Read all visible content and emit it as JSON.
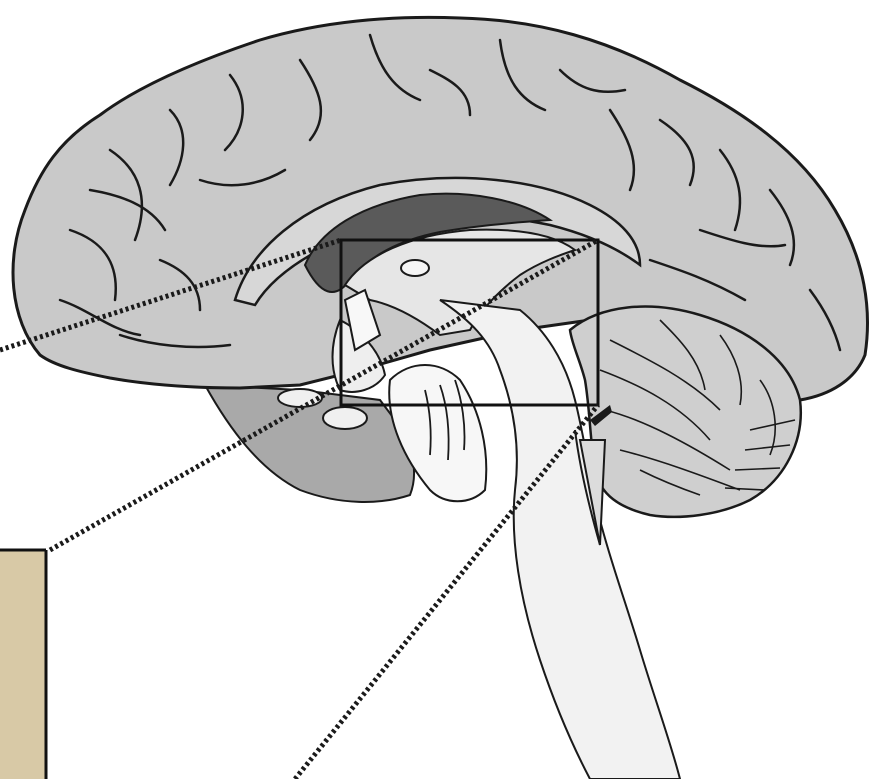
{
  "diagram": {
    "subject": "midsagittal-brain-section",
    "colors": {
      "background": "#ffffff",
      "cortex": "#c9c9c9",
      "cortex_outline": "#1a1a1a",
      "ventricle": "#5a5a5a",
      "corpus_callosum": "#e6e6e6",
      "brainstem": "#f2f2f2",
      "cerebellum": "#cfcfcf",
      "temporal_lobe": "#a9a9a9",
      "inset_panel": "#d8c9a6",
      "zoom_box": "#111111",
      "dotted_leader": "#1a1a1a"
    },
    "parts": [
      "cerebral-cortex",
      "corpus-callosum",
      "lateral-ventricle",
      "thalamus",
      "hypothalamus",
      "pituitary",
      "brainstem",
      "cerebellum",
      "spinal-cord"
    ]
  }
}
